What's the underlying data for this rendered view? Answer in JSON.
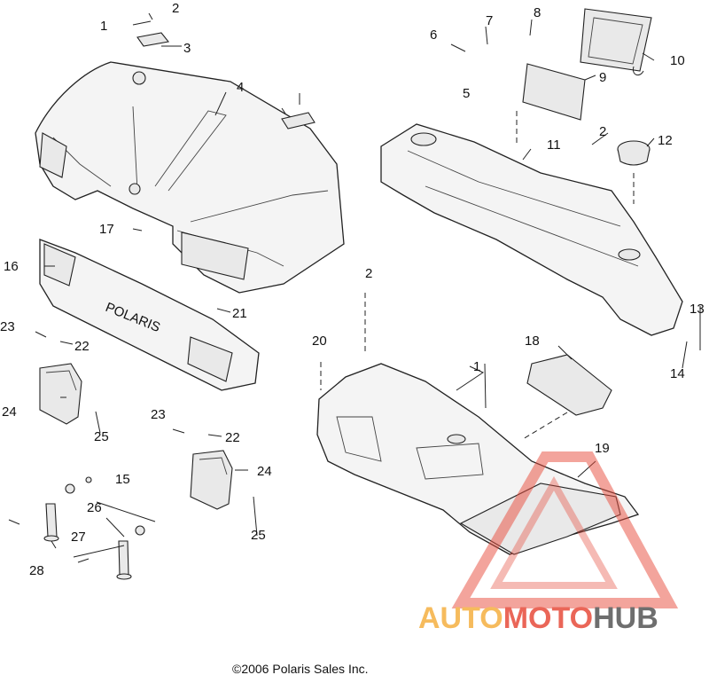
{
  "callouts": {
    "c1a": "1",
    "c2a": "2",
    "c3": "3",
    "c4": "4",
    "c5": "5",
    "c6": "6",
    "c7": "7",
    "c8": "8",
    "c9": "9",
    "c10": "10",
    "c11": "11",
    "c2b": "2",
    "c12": "12",
    "c17": "17",
    "c16": "16",
    "c21": "21",
    "c23a": "23",
    "c22a": "22",
    "c2c": "2",
    "c20": "20",
    "c18": "18",
    "c1b": "1",
    "c13": "13",
    "c14": "14",
    "c24a": "24",
    "c25a": "25",
    "c23b": "23",
    "c22b": "22",
    "c19": "19",
    "c24b": "24",
    "c15": "15",
    "c26": "26",
    "c25b": "25",
    "c27": "27",
    "c28": "28"
  },
  "emboss_text": "POLARIS",
  "copyright": "©2006 Polaris Sales Inc.",
  "watermark": {
    "part1": "AUTO",
    "part2": "MOTO",
    "part3": "HUB",
    "color_auto": "#f5b041",
    "color_moto": "#e74c3c",
    "color_hub": "#555555"
  }
}
